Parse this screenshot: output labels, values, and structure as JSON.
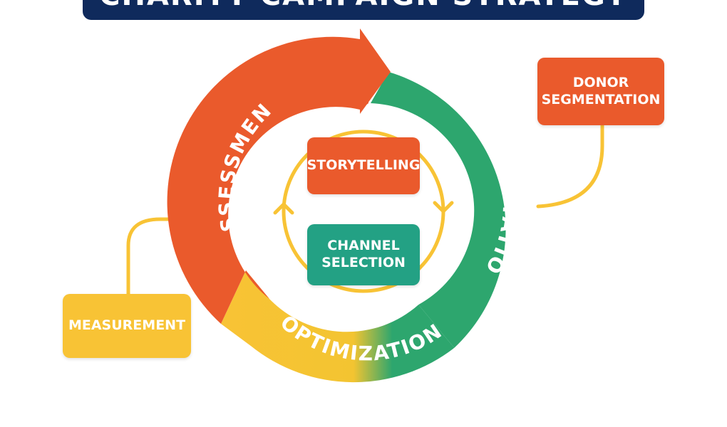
{
  "title": "CHARITY CAMPAIGN STRATEGY",
  "cycle": {
    "assessment": "ASSESSMENT",
    "implementation": "IMPLEMENTATION",
    "optimization": "OPTIMIZATION"
  },
  "inner": {
    "storytelling": "STORYTELLING",
    "channel_selection": "CHANNEL\nSELECTION"
  },
  "side": {
    "donor_segmentation": "DONOR\nSEGMENTATION",
    "measurement": "MEASUREMENT"
  },
  "colors": {
    "navy": "#0f2a5c",
    "orange": "#ea5a2c",
    "green": "#2da66e",
    "yellow": "#f8c335",
    "teal": "#23a184"
  }
}
